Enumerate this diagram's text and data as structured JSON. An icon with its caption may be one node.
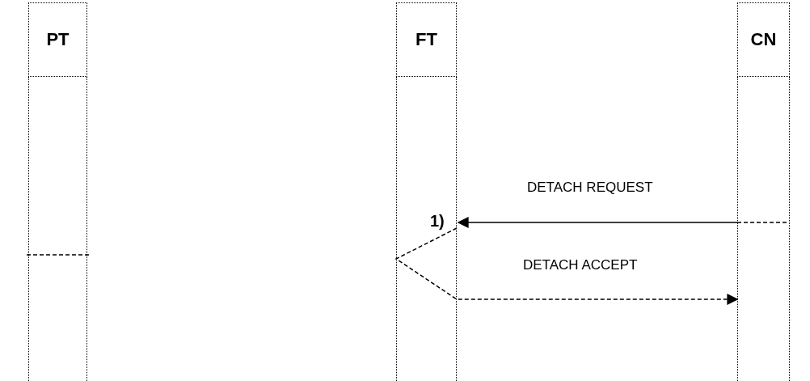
{
  "diagram": {
    "nodes": [
      {
        "text": [
          "PT"
        ]
      },
      {
        "text": [
          "FT"
        ]
      },
      {
        "text": [
          "CN"
        ]
      },
      {
        "text": [],
        "shape": "bar"
      },
      {
        "text": [],
        "shape": "bar"
      },
      {
        "text": [],
        "shape": "bar"
      }
    ],
    "edges": [
      {
        "from": 5,
        "to": 4,
        "arrow": "to",
        "label": "DETACH REQUEST"
      },
      {
        "from": 4,
        "to": 5,
        "arrow": "to",
        "label": "DETACH ACCEPT",
        "style": "dashed"
      }
    ],
    "labels": [
      "1)"
    ]
  }
}
